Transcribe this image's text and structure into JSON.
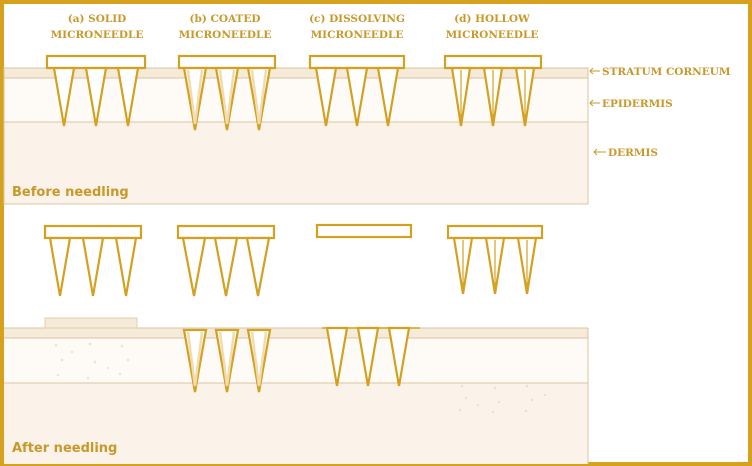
{
  "column_titles": [
    {
      "line1": "(a) SOLID",
      "line2": "MICRONEEDLE"
    },
    {
      "line1": "(b) COATED",
      "line2": "MICRONEEDLE"
    },
    {
      "line1": "(c) DISSOLVING",
      "line2": "MICRONEEDLE"
    },
    {
      "line1": "(d) HOLLOW",
      "line2": "MICRONEEDLE"
    }
  ],
  "layers": {
    "stratum_corneum": "STRATUM CORNEUM",
    "epidermis": "EPIDERMIS",
    "dermis": "DERMIS"
  },
  "panels": {
    "before": "Before needling",
    "after": "After needling"
  },
  "colors": {
    "accent": "#d4a020",
    "frame": "#d6a21e",
    "epidermis": "#fefbf6",
    "dermis": "#fbf3ea",
    "stratum": "#f6ead8"
  }
}
